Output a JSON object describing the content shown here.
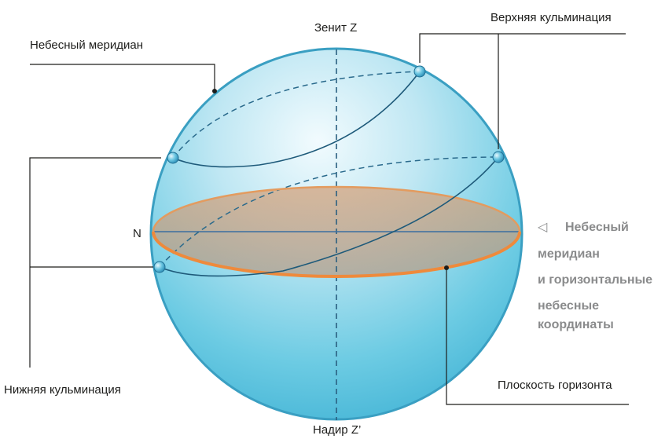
{
  "labels": {
    "zenith": "Зенит Z",
    "nadir": "Надир Z’",
    "upper_culmination": "Верхняя кульминация",
    "celestial_meridian": "Небесный меридиан",
    "lower_culmination": "Нижняя кульминация",
    "horizon_plane": "Плоскость горизонта",
    "north": "N"
  },
  "caption": {
    "marker": "◁",
    "lines": [
      "Небесный",
      "меридиан",
      "и горизонтальные",
      "небесные",
      "координаты"
    ]
  },
  "colors": {
    "sphere": "#5bbfd9",
    "sphere_edge": "#3a9fc2",
    "horizon_ring": "#ee8a3c",
    "horizon_fill": "#c49e7e",
    "star_path": "#1e5a7a",
    "leader_line": "#1d1d1b",
    "caption_text": "#8a8b8c"
  }
}
